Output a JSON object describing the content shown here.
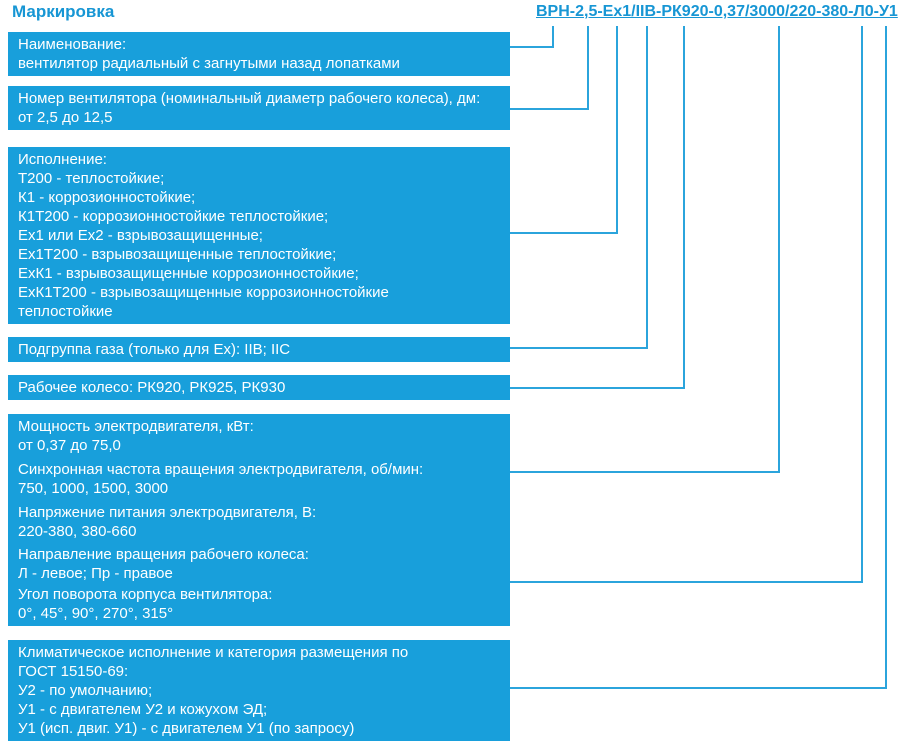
{
  "page": {
    "title": "Маркировка"
  },
  "code": {
    "full": "ВРН-2,5-Ex1/IIB-РК920-0,37/3000/220-380-Л0-У1",
    "segments": [
      "ВРН",
      "2,5",
      "Ex1",
      "IIB",
      "РК920",
      "0,37/3000/220-380",
      "Л0",
      "У1"
    ]
  },
  "colors": {
    "accent": "#1796D4",
    "box": "#189FDB",
    "line": "#2BA4DC",
    "boxtext": "#FFFFFF"
  },
  "boxes": [
    {
      "id": "name",
      "lines": [
        "Наименование:",
        "вентилятор радиальный с загнутыми назад лопатками"
      ]
    },
    {
      "id": "number",
      "lines": [
        "Номер вентилятора (номинальный диаметр рабочего колеса), дм:",
        "от 2,5 до 12,5"
      ]
    },
    {
      "id": "execution",
      "lines": [
        "Исполнение:",
        "Т200 - теплостойкие;",
        "К1 - коррозионностойкие;",
        "К1Т200 - коррозионностойкие теплостойкие;",
        "Ex1 или Ex2 - взрывозащищенные;",
        "Ex1Т200 - взрывозащищенные теплостойкие;",
        "ExК1 - взрывозащищенные коррозионностойкие;",
        "ExК1Т200 - взрывозащищенные коррозионностойкие",
        "теплостойкие"
      ]
    },
    {
      "id": "gas-subgroup",
      "lines": [
        "Подгруппа газа (только для Ex): IIB; IIC"
      ]
    },
    {
      "id": "impeller",
      "lines": [
        "Рабочее колесо: РК920, РК925, РК930"
      ]
    },
    {
      "id": "motor",
      "lines": [
        "Мощность электродвигателя, кВт:",
        "от 0,37 до 75,0",
        "Синхронная частота вращения электродвигателя, об/мин:",
        "750, 1000, 1500, 3000",
        "Напряжение питания электродвигателя, В:",
        "220-380, 380-660"
      ]
    },
    {
      "id": "rotation",
      "lines": [
        "Направление вращения рабочего колеса:",
        "Л - левое; Пр - правое",
        "Угол поворота корпуса вентилятора:",
        "0°, 45°, 90°, 270°, 315°"
      ]
    },
    {
      "id": "climate",
      "lines": [
        "Климатическое исполнение и категория размещения по",
        "ГОСТ 15150-69:",
        "У2 - по умолчанию;",
        "У1 - с двигателем У2 и кожухом ЭД;",
        "У1 (исп. двиг. У1) - с двигателем У1 (по запросу)"
      ]
    }
  ]
}
